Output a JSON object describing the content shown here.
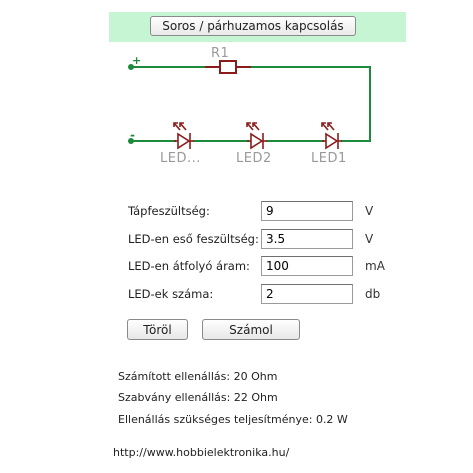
{
  "mode_button": {
    "label": "Soros / párhuzamos kapcsolás"
  },
  "circuit": {
    "plus_sign": "+",
    "minus_sign": "-",
    "resistor_label": "R1",
    "leds": [
      {
        "label": "LED..."
      },
      {
        "label": "LED2"
      },
      {
        "label": "LED1"
      }
    ],
    "wire_color": "#1e8a3c",
    "component_color": "#8b1c1c"
  },
  "form": {
    "rows": [
      {
        "label": "Tápfeszültség:",
        "value": "9",
        "unit": "V"
      },
      {
        "label": "LED-en eső feszültség:",
        "value": "3.5",
        "unit": "V"
      },
      {
        "label": "LED-en átfolyó áram:",
        "value": "100",
        "unit": "mA"
      },
      {
        "label": "LED-ek száma:",
        "value": "2",
        "unit": "db"
      }
    ]
  },
  "buttons": {
    "clear": "Töröl",
    "calculate": "Számol"
  },
  "results": {
    "computed": "Számított ellenállás: 20 Ohm",
    "standard": "Szabvány ellenállás: 22  Ohm",
    "power": "Ellenállás szükséges teljesítménye: 0.2 W"
  },
  "footer": {
    "url": "http://www.hobbielektronika.hu/"
  }
}
